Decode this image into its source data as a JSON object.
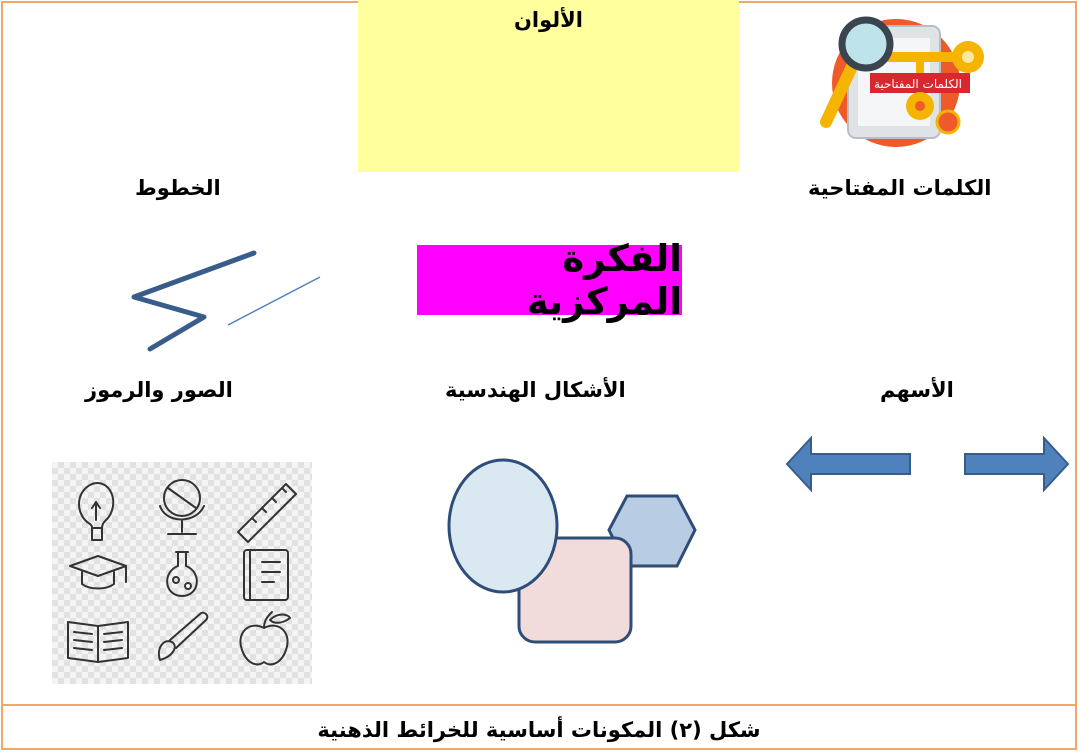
{
  "labels": {
    "colors": "الألوان",
    "keywords": "الكلمات المفتاحية",
    "lines": "الخطوط",
    "central_idea": "الفكرة المركزية",
    "arrows": "الأسهم",
    "geometric_shapes": "الأشكال الهندسية",
    "images_symbols": "الصور والرموز"
  },
  "keyword_image": {
    "sign_text": "الكلمات المفتاحية",
    "icon_names": [
      "magnifier-icon",
      "key-icon",
      "gear-icon",
      "tablet-icon"
    ]
  },
  "caption": "شكل (٢) المكونات أساسية للخرائط الذهنية",
  "colors_palette": {
    "frame": "#f0a868",
    "colors_box": "#ffff9e",
    "central_box": "#ff00ff",
    "arrow_fill": "#4f81bd",
    "arrow_stroke": "#385d8a",
    "ellipse_fill": "#dae9f1",
    "square_fill": "#f2dcdb",
    "hexagon_fill": "#b8cce4"
  },
  "symbol_icons": [
    "lightbulb-icon",
    "globe-icon",
    "ruler-icon",
    "graduation-cap-icon",
    "flask-icon",
    "notebook-icon",
    "open-book-icon",
    "paintbrush-icon",
    "apple-icon"
  ]
}
